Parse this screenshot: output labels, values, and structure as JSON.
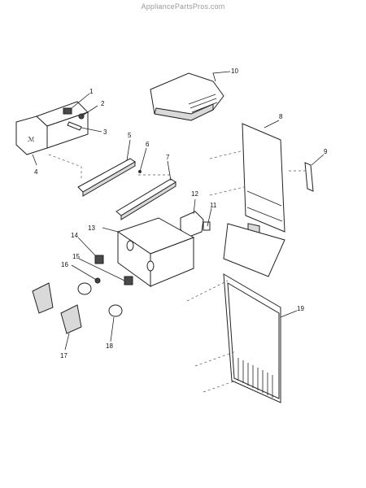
{
  "watermark": "AppliancePartsPros.com",
  "callouts": [
    {
      "label": "1"
    },
    {
      "label": "2"
    },
    {
      "label": "3"
    },
    {
      "label": "4"
    },
    {
      "label": "5"
    },
    {
      "label": "6"
    },
    {
      "label": "7"
    },
    {
      "label": "8"
    },
    {
      "label": "9"
    },
    {
      "label": "10"
    },
    {
      "label": "11"
    },
    {
      "label": "12"
    },
    {
      "label": "13"
    },
    {
      "label": "14"
    },
    {
      "label": "15"
    },
    {
      "label": "16"
    },
    {
      "label": "17"
    },
    {
      "label": "18"
    },
    {
      "label": "19"
    }
  ]
}
